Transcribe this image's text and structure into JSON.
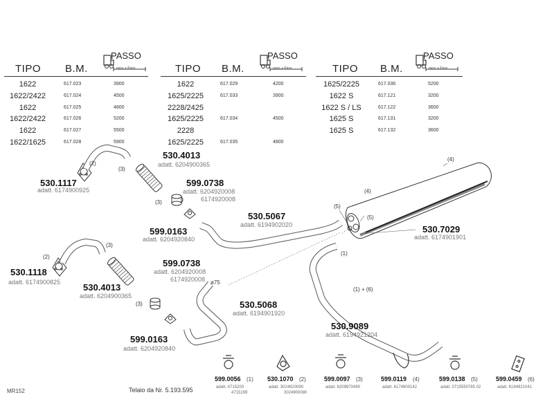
{
  "table": {
    "headers": {
      "tipo": "TIPO",
      "bm": "B.M.",
      "passo": "PASSO",
      "passo_sub": "pass + Pass"
    },
    "columns": [
      {
        "rows": [
          {
            "tipo": "1622",
            "bm": "617.023",
            "passo": "3900"
          },
          {
            "tipo": "1622/2422",
            "bm": "617.024",
            "passo": "4500"
          },
          {
            "tipo": "1622",
            "bm": "617.025",
            "passo": "4800"
          },
          {
            "tipo": "1622/2422",
            "bm": "617.026",
            "passo": "5200"
          },
          {
            "tipo": "1622",
            "bm": "617.027",
            "passo": "5500"
          },
          {
            "tipo": "1622/1625",
            "bm": "617.028",
            "passo": "5900"
          }
        ]
      },
      {
        "rows": [
          {
            "tipo": "1622",
            "bm": "617.029",
            "passo": "4200"
          },
          {
            "tipo": "1625/2225",
            "bm": "617.033",
            "passo": "3900"
          },
          {
            "tipo": "2228/2425",
            "bm": "",
            "passo": ""
          },
          {
            "tipo": "1625/2225",
            "bm": "617.034",
            "passo": "4500"
          },
          {
            "tipo": "2228",
            "bm": "",
            "passo": ""
          },
          {
            "tipo": "1625/2225",
            "bm": "617.035",
            "passo": "4800"
          }
        ]
      },
      {
        "rows": [
          {
            "tipo": "1625/2225",
            "bm": "617.036",
            "passo": "5200"
          },
          {
            "tipo": "1622  S",
            "bm": "617.121",
            "passo": "3200"
          },
          {
            "tipo": "1622  S  /  LS",
            "bm": "617.122",
            "passo": "3600"
          },
          {
            "tipo": "1625  S",
            "bm": "617.131",
            "passo": "3200"
          },
          {
            "tipo": "1625  S",
            "bm": "617.132",
            "passo": "3600"
          }
        ]
      }
    ]
  },
  "parts": {
    "p5301117": {
      "pn": "530.1117",
      "ad": "adatt. 6174900925",
      "c": "(2)"
    },
    "p5304013a": {
      "pn": "530.4013",
      "ad": "adatt. 6204900365",
      "c": "(3)"
    },
    "p5990738a": {
      "pn": "599.0738",
      "ad": "adatt. 6204920008",
      "ad2": "6174920008",
      "c": "(3)"
    },
    "p5990163a": {
      "pn": "599.0163",
      "ad": "adatt. 6204920840"
    },
    "p5305067": {
      "pn": "530.5067",
      "ad": "adatt. 6194902020"
    },
    "p5307029": {
      "pn": "530.7029",
      "ad": "adatt. 6174901901"
    },
    "p5301118": {
      "pn": "530.1118",
      "ad": "adatt. 6174900825",
      "c": "(2)"
    },
    "p5304013b": {
      "pn": "530.4013",
      "ad": "adatt. 6204900365",
      "c": "(3)"
    },
    "p5990738b": {
      "pn": "599.0738",
      "ad": "adatt. 6204920008",
      "ad2": "6174920008",
      "c": "(3)"
    },
    "p5305068": {
      "pn": "530.5068",
      "ad": "adatt. 6194901920"
    },
    "p5990163b": {
      "pn": "599.0163",
      "ad": "adatt. 6204920840"
    },
    "p5309089": {
      "pn": "530.9089",
      "ad": "adatt. 6194921204"
    }
  },
  "callouts": {
    "c4a": "(4)",
    "c4b": "(4)",
    "c5a": "(5)",
    "c5b": "(5)",
    "c1": "(1)",
    "c16": "(1) + (6)",
    "c3a": "(3)",
    "c3b": "(3)",
    "c2b": "(2)",
    "phi": "ø75"
  },
  "bottom": [
    {
      "pn": "599.0056",
      "q": "(1)",
      "ad": "adatt. 4715200",
      "ad2": "4715199"
    },
    {
      "pn": "530.1070",
      "q": "(2)",
      "ad": "adatt. 3024920080",
      "ad2": "3024900080"
    },
    {
      "pn": "599.0097",
      "q": "(3)",
      "ad": "adatt. 6209970490",
      "ad2": ""
    },
    {
      "pn": "599.0119",
      "q": "(4)",
      "ad": "adatt. 6174900142",
      "ad2": ""
    },
    {
      "pn": "599.0138",
      "q": "(5)",
      "ad": "adatt. 0715550785 02",
      "ad2": ""
    },
    {
      "pn": "599.0459",
      "q": "(6)",
      "ad": "adatt. 6194921041",
      "ad2": ""
    }
  ],
  "footer": {
    "code": "MR152",
    "telaio": "Telaio da Nr. 5.193.595"
  }
}
